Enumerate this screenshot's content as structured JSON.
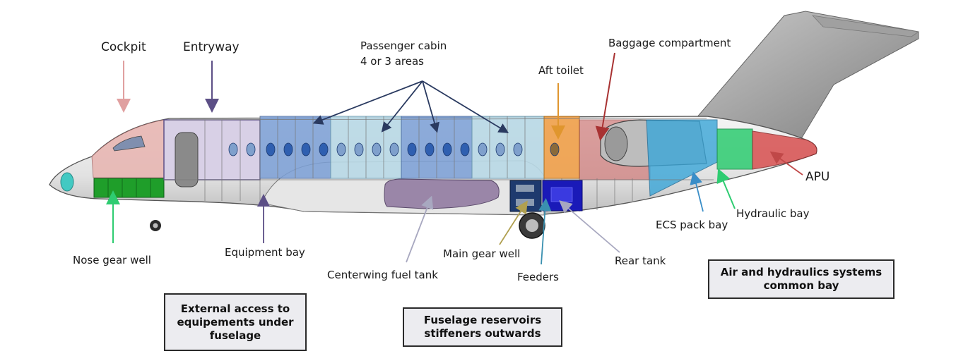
{
  "labels": {
    "cockpit": "Cockpit",
    "entryway": "Entryway",
    "passenger_cabin_line1": "Passenger cabin",
    "passenger_cabin_line2": "4 or 3 areas",
    "aft_toilet": "Aft toilet",
    "baggage": "Baggage compartment",
    "apu": "APU",
    "hydraulic_bay": "Hydraulic bay",
    "ecs_pack_bay": "ECS pack bay",
    "rear_tank": "Rear tank",
    "feeders": "Feeders",
    "main_gear_well": "Main gear well",
    "centerwing_fuel_tank": "Centerwing fuel tank",
    "equipment_bay": "Equipment bay",
    "nose_gear_well": "Nose gear well"
  },
  "boxes": {
    "external_access": "External access to equipements under fuselage",
    "fuselage_reservoirs": "Fuselage reservoirs stiffeners outwards",
    "air_hydraulics": "Air and hydraulics systems common bay"
  },
  "colors": {
    "cockpit": "#e8b4b0",
    "entryway": "#d8d0e6",
    "cabin_dark": "#7b9fd6",
    "cabin_light": "#b9d9e6",
    "toilet": "#f0a04a",
    "baggage": "#c85a58",
    "ecs": "#3aa6d8",
    "hydraulic": "#2ecc71",
    "apu": "#d85050",
    "nose_gear": "#1f9e2a",
    "fuel_tank": "#9a86a8",
    "rear_tank": "#1a1ab8",
    "feeders": "#1e3a6e"
  }
}
